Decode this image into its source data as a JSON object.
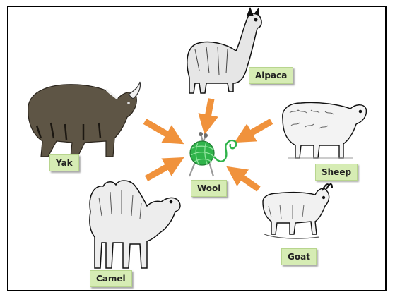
{
  "labels": {
    "alpaca": "Alpaca",
    "yak": "Yak",
    "sheep": "Sheep",
    "wool": "Wool",
    "camel": "Camel",
    "goat": "Goat"
  },
  "colors": {
    "arrow": "#f0923c",
    "label_bg": "#d6ecb4",
    "yarn": "#2fb34a",
    "yak_fur": "#5e5545"
  },
  "icons": {
    "center": "yarn-ball-with-knitting-needles-icon"
  }
}
